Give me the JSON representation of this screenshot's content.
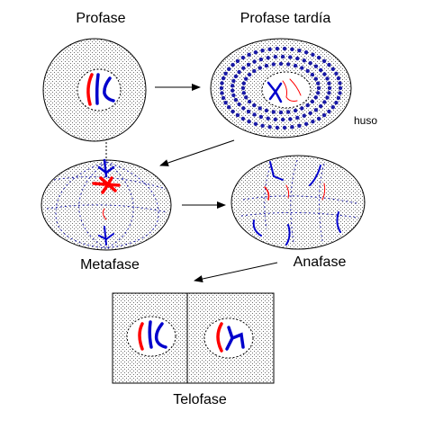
{
  "labels": {
    "profase": "Profase",
    "profase_tardia": "Profase tardía",
    "huso": "huso",
    "metafase": "Metafase",
    "anafase": "Anafase",
    "telofase": "Telofase"
  },
  "colors": {
    "stroke": "#000000",
    "chromosome_red": "#ff0000",
    "chromosome_blue": "#0000cc",
    "spindle_blue": "#1a1aa6",
    "arrow": "#000000",
    "cytoplasm_dots": "#7a7a7a"
  }
}
